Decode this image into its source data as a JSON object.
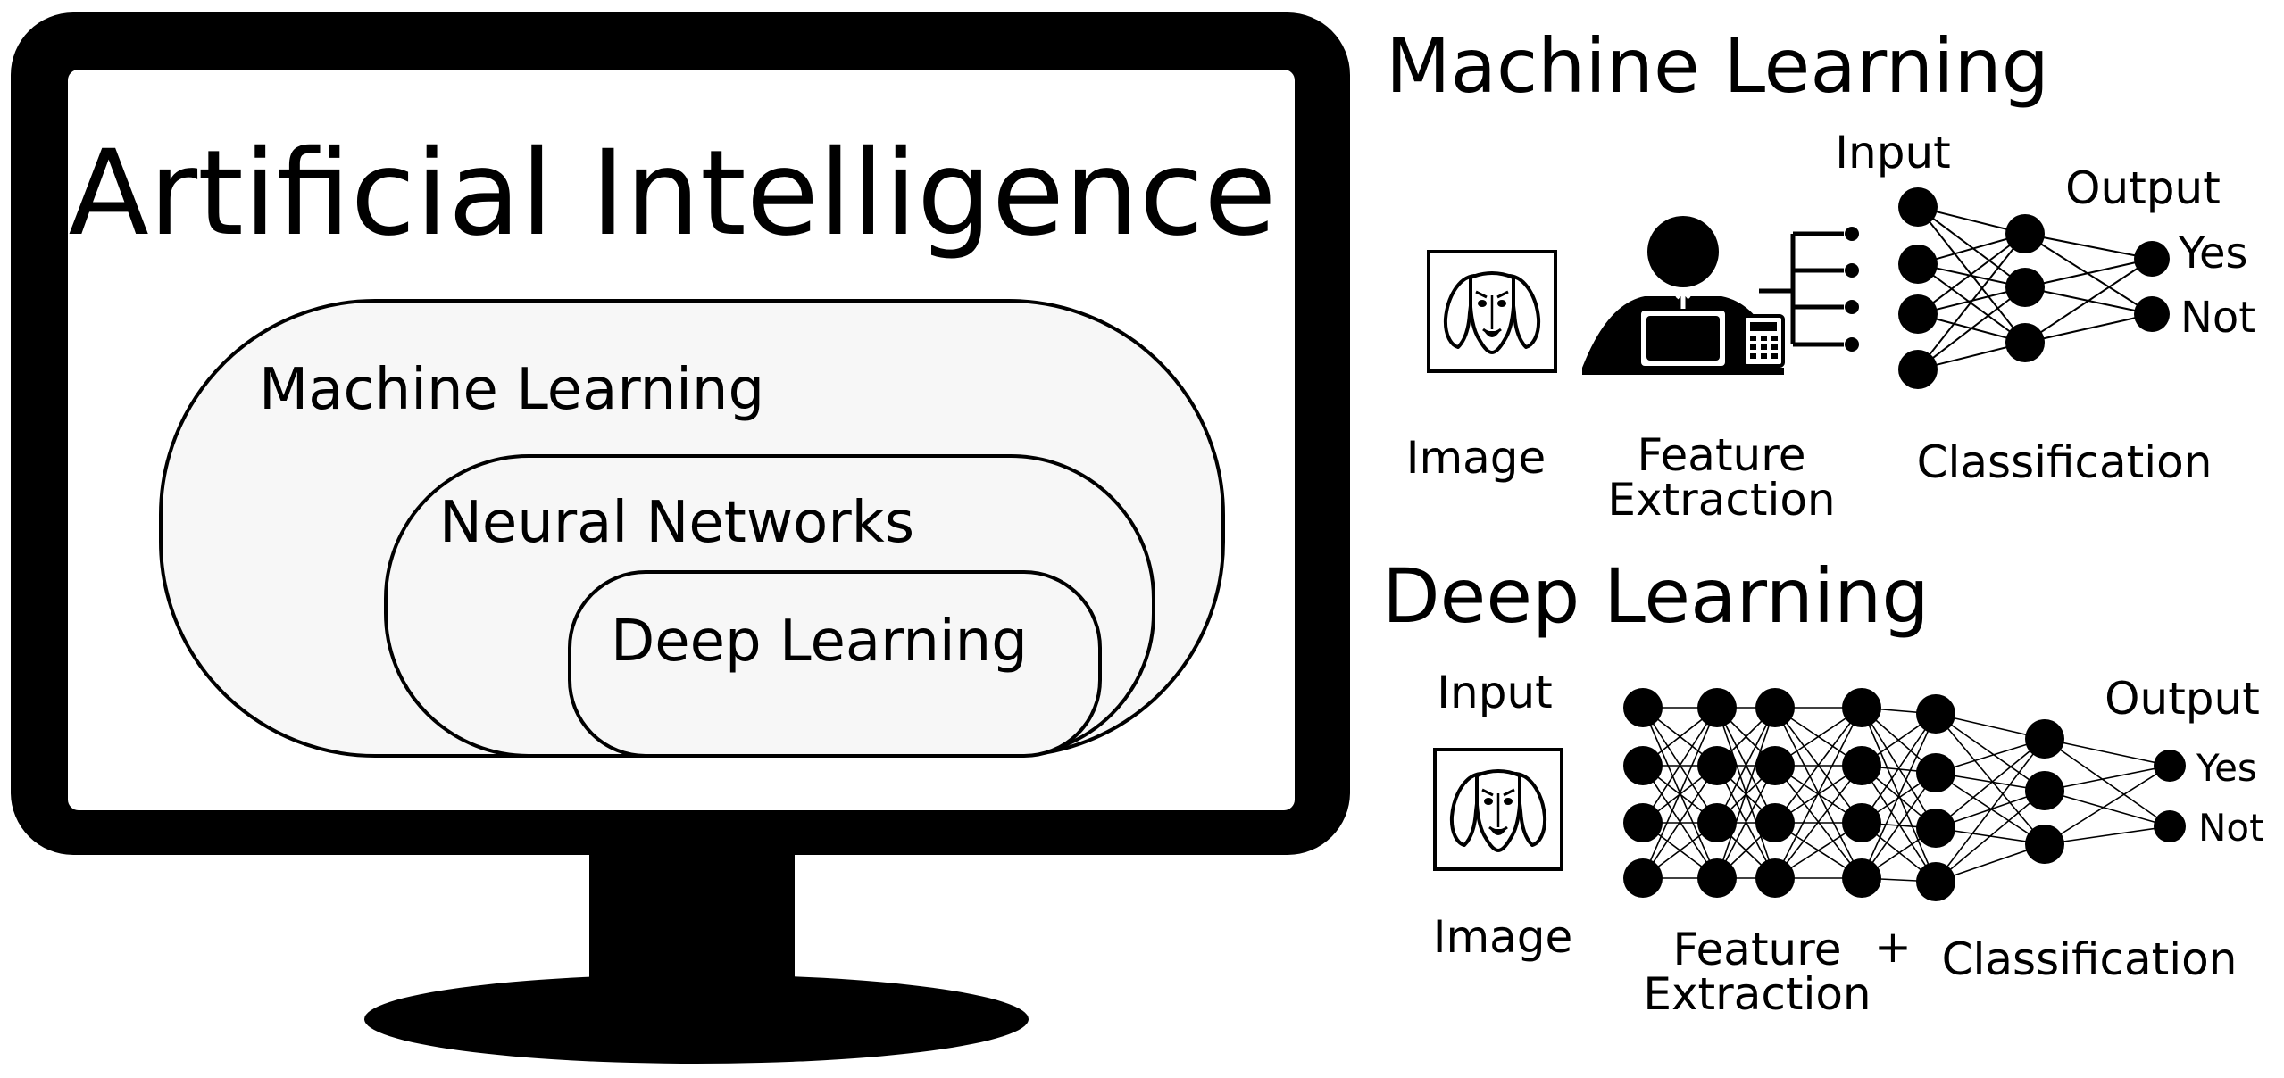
{
  "colors": {
    "ink": "#000000",
    "screen": "#ffffff",
    "region_fill": "#f7f7f7"
  },
  "monitor": {
    "title": "Artificial Intelligence",
    "regions": {
      "machine_learning": "Machine Learning",
      "neural_networks": "Neural Networks",
      "deep_learning": "Deep Learning"
    }
  },
  "ml_pipeline": {
    "heading": "Machine Learning",
    "input_label": "Input",
    "output_label": "Output",
    "yes_label": "Yes",
    "not_label": "Not",
    "image_caption": "Image",
    "feature_caption_line1": "Feature",
    "feature_caption_line2": "Extraction",
    "classification_caption": "Classification",
    "icons": [
      "dog-icon",
      "person-at-laptop-icon",
      "calculator-icon"
    ]
  },
  "dl_pipeline": {
    "heading": "Deep Learning",
    "input_label": "Input",
    "output_label": "Output",
    "yes_label": "Yes",
    "not_label": "Not",
    "image_caption": "Image",
    "feature_caption_line1": "Feature",
    "feature_caption_line2": "Extraction",
    "plus_sign": "+",
    "classification_caption": "Classification",
    "icons": [
      "dog-icon"
    ]
  }
}
